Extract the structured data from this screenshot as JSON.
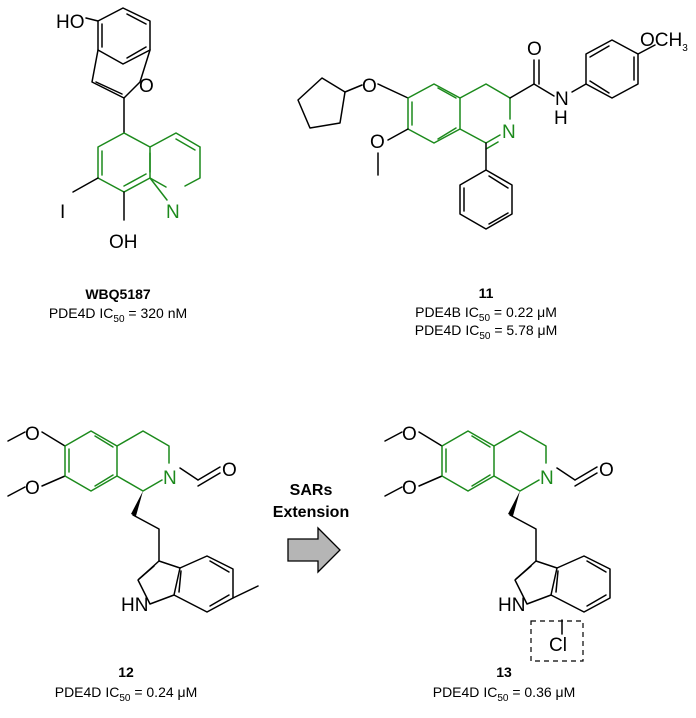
{
  "compounds": {
    "wbq": {
      "id": "WBQ5187",
      "activity_1": {
        "target": "PDE4D",
        "label": "IC",
        "sub": "50",
        "value": " = 320 nM"
      },
      "atoms": {
        "ho": "HO",
        "o_ring": "O",
        "i": "I",
        "oh": "OH",
        "n": "N"
      }
    },
    "c11": {
      "id": "11",
      "activity_1": {
        "target": "PDE4B",
        "label": "IC",
        "sub": "50",
        "value": " = 0.22 μM"
      },
      "activity_2": {
        "target": "PDE4D",
        "label": "IC",
        "sub": "50",
        "value": " = 5.78 μM"
      },
      "atoms": {
        "o_ether": "O",
        "o_carbonyl": "O",
        "nh": "N",
        "h": "H",
        "n": "N",
        "och3": "OCH",
        "och3_sub": "3"
      }
    },
    "c12": {
      "id": "12",
      "activity_1": {
        "target": "PDE4D",
        "label": "IC",
        "sub": "50",
        "value": " = 0.24 μM"
      },
      "atoms": {
        "n": "N",
        "o": "O",
        "hn": "HN"
      }
    },
    "c13": {
      "id": "13",
      "activity_1": {
        "target": "PDE4D",
        "label": "IC",
        "sub": "50",
        "value": " = 0.36 μM"
      },
      "atoms": {
        "n": "N",
        "o": "O",
        "hn": "HN",
        "cl": "Cl"
      }
    }
  },
  "arrow": {
    "line1": "SARs",
    "line2": "Extension"
  },
  "colors": {
    "scaffold": "#1c8a1c",
    "ink": "#000000",
    "arrow_fill": "#b5b5b5"
  }
}
